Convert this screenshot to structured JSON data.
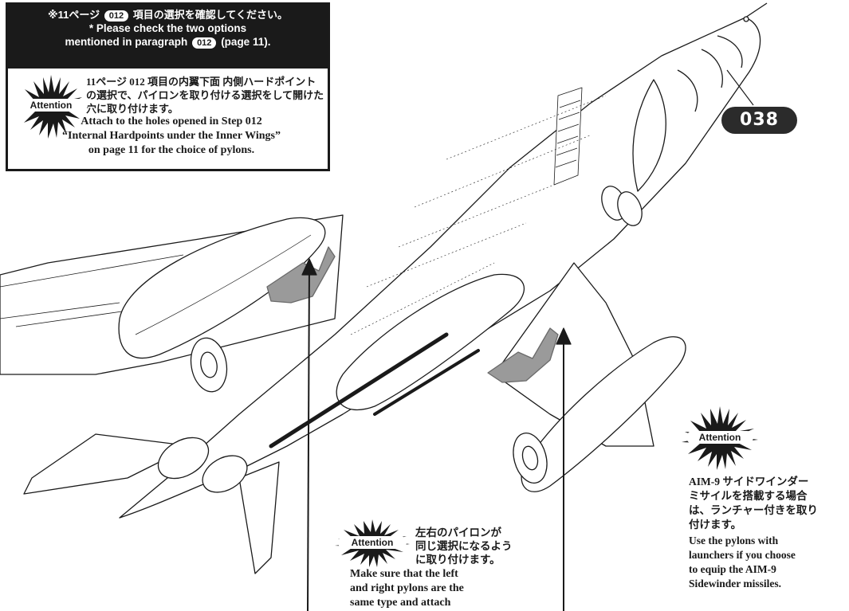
{
  "reference_box": {
    "header_jp_prefix": "※11ページ",
    "header_jp_step": "012",
    "header_jp_suffix": "項目の選択を確認してください。",
    "header_en_line1": "* Please check the two options",
    "header_en_line2_prefix": "mentioned in paragraph",
    "header_en_step": "012",
    "header_en_line2_suffix": "(page 11).",
    "attention_label": "Attention",
    "body_jp": "11ページ 012 項目の内翼下面 内側ハードポイントの選択で、パイロンを取り付ける選択をして開けた穴に取り付けます。",
    "body_en_line1": "Attach to the holes opened in Step 012",
    "body_en_line2": "“Internal Hardpoints under the Inner Wings”",
    "body_en_line3": "on page 11 for the choice of pylons."
  },
  "part_badge": {
    "number": "038"
  },
  "right_note": {
    "attention_label": "Attention",
    "jp_line1": "AIM-9 サイドワインダー",
    "jp_line2": "ミサイルを搭載する場合",
    "jp_line3": "は、ランチャー付きを取り",
    "jp_line4": "付けます。",
    "en_line1": "Use the pylons with",
    "en_line2": "launchers if you choose",
    "en_line3": "to equip the AIM-9",
    "en_line4": "Sidewinder missiles."
  },
  "bottom_note": {
    "attention_label": "Attention",
    "jp_line1": "左右のパイロンが",
    "jp_line2": "同じ選択になるよう",
    "jp_line3": "に取り付けます。",
    "en_line1": "Make sure that the left",
    "en_line2": "and right pylons are the",
    "en_line3": "same type and attach"
  },
  "colors": {
    "ink": "#1a1a1a",
    "part_fill": "#9a9a9a",
    "panel": "#ffffff"
  }
}
